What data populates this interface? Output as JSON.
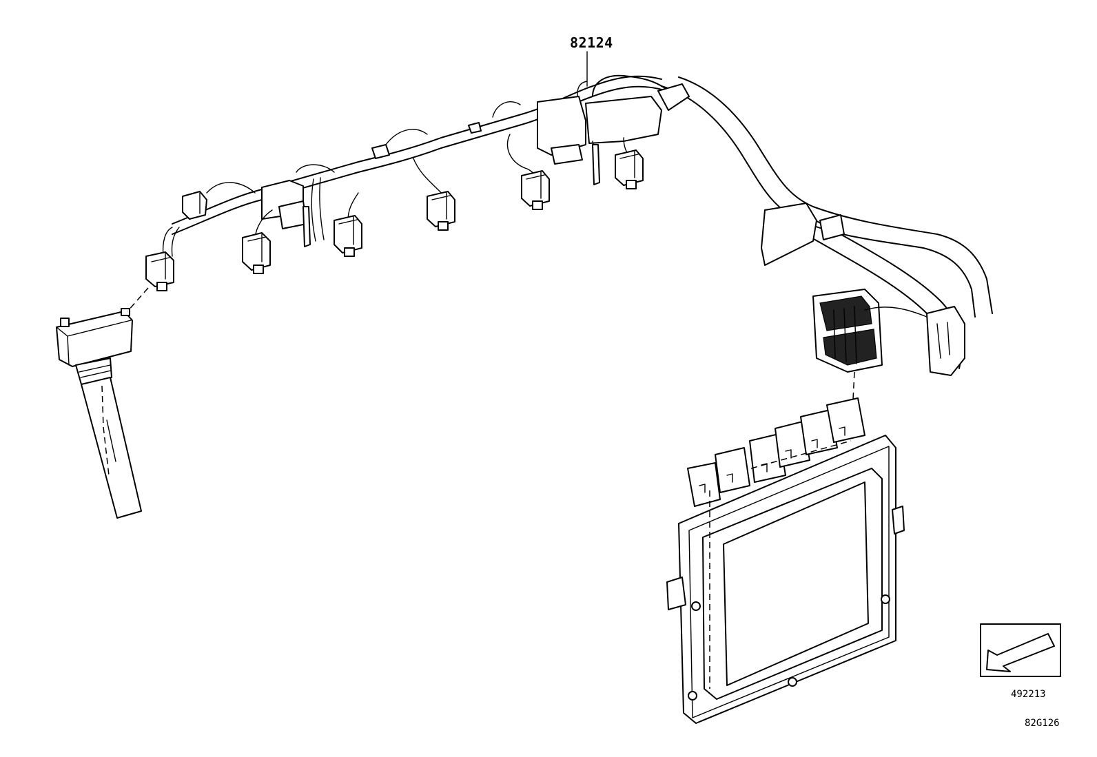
{
  "labels": {
    "part_number": "82124",
    "direction_code": "492213",
    "figure_code": "82G126"
  },
  "icons": {
    "direction_indicator": "arrow-down-left-icon"
  }
}
